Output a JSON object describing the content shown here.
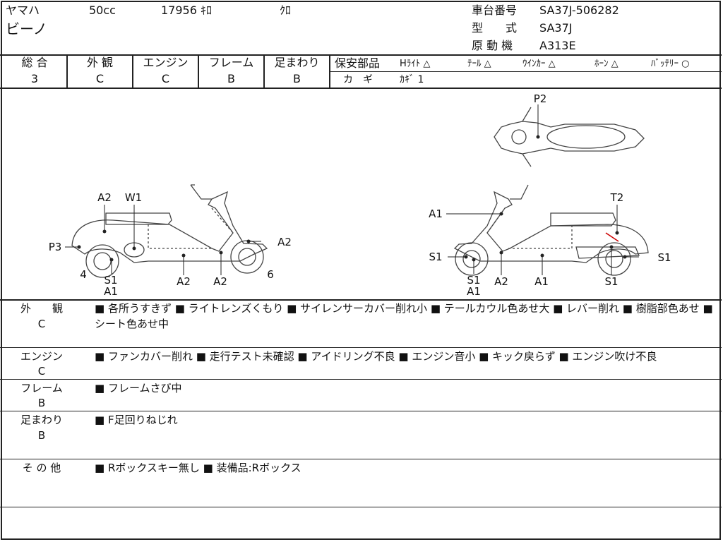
{
  "header": {
    "maker": "ヤマハ",
    "displacement": "50cc",
    "mileage": "17956 ｷﾛ",
    "color": "ｸﾛ",
    "model_name": "ビーノ",
    "frame_label": "車台番号",
    "frame_value": "SA37J-506282",
    "type_label": "型　　式",
    "type_value": "SA37J",
    "engine_label": "原 動 機",
    "engine_value": "A313E"
  },
  "grades": {
    "items": [
      {
        "label": "総 合",
        "value": "3"
      },
      {
        "label": "外 観",
        "value": "C"
      },
      {
        "label": "エンジン",
        "value": "C"
      },
      {
        "label": "フレーム",
        "value": "B"
      },
      {
        "label": "足まわり",
        "value": "B"
      }
    ],
    "safety_label": "保安部品",
    "safety_items": [
      {
        "label": "Hﾗｲﾄ",
        "mark": "△"
      },
      {
        "label": "ﾃｰﾙ",
        "mark": "△"
      },
      {
        "label": "ｳｲﾝｶｰ",
        "mark": "△"
      },
      {
        "label": "ﾎｰﾝ",
        "mark": "△"
      },
      {
        "label": "ﾊﾞｯﾃﾘｰ",
        "mark": "○"
      }
    ],
    "key_label": "カ　ギ",
    "key_value": "ｶｷﾞ 1"
  },
  "diagram": {
    "left_labels": [
      "A2",
      "W1",
      "P3",
      "A2",
      "4",
      "S1",
      "A1",
      "A2",
      "A2",
      "6"
    ],
    "right_labels": [
      "P2",
      "A1",
      "T2",
      "S1",
      "S1",
      "S1",
      "A1",
      "A2",
      "A1",
      "S1"
    ]
  },
  "notes": [
    {
      "cat": "外　　観",
      "grade": "C",
      "text": "■ 各所うすきず ■ ライトレンズくもり ■ サイレンサーカバー削れ小 ■ テールカウル色あせ大 ■ レバー削れ ■ 樹脂部色あせ ■ シート色あせ中"
    },
    {
      "cat": "エンジン",
      "grade": "C",
      "text": "■ ファンカバー削れ ■ 走行テスト未確認 ■ アイドリング不良 ■ エンジン音小 ■ キック戻らず ■ エンジン吹け不良"
    },
    {
      "cat": "フレーム",
      "grade": "B",
      "text": "■ フレームさび中"
    },
    {
      "cat": "足まわり",
      "grade": "B",
      "text": "■ F足回りねじれ"
    },
    {
      "cat": "そ の 他",
      "grade": "",
      "text": "■ Rボックスキー無し ■ 装備品:Rボックス"
    }
  ],
  "colors": {
    "line": "#222222",
    "accent": "#cc0000"
  }
}
